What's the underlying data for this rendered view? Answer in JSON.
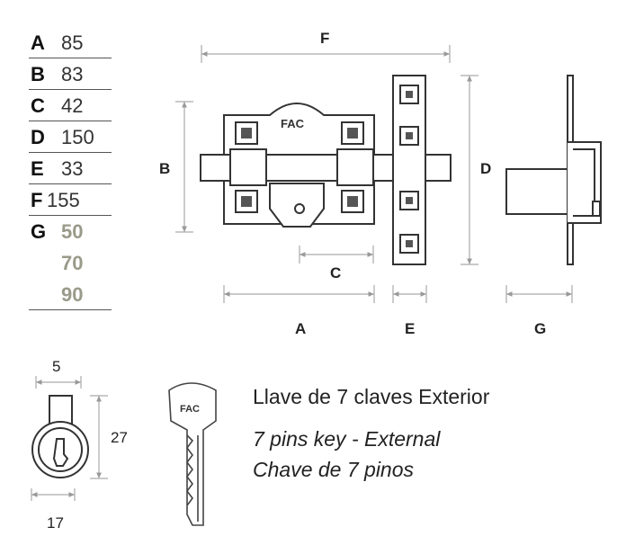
{
  "specs": [
    {
      "key": "A",
      "value": "85"
    },
    {
      "key": "B",
      "value": "83"
    },
    {
      "key": "C",
      "value": "42"
    },
    {
      "key": "D",
      "value": "150"
    },
    {
      "key": "E",
      "value": "33"
    },
    {
      "key": "F",
      "value": "155"
    },
    {
      "key": "G",
      "values": [
        "50",
        "70",
        "90"
      ]
    }
  ],
  "dimension_labels": {
    "F": "F",
    "B": "B",
    "D": "D",
    "C": "C",
    "A": "A",
    "E": "E",
    "G": "G"
  },
  "cylinder_dims": {
    "top": "5",
    "height": "27",
    "bottom": "17"
  },
  "brand_mark": "FAC",
  "captions": {
    "es": "Llave de 7 claves Exterior",
    "en": "7 pins key - External",
    "pt": "Chave de 7 pinos"
  },
  "colors": {
    "line": "#333333",
    "fill": "#ffffff",
    "dim": "#aaaaaa",
    "grey_value": "#9a9a8a"
  }
}
